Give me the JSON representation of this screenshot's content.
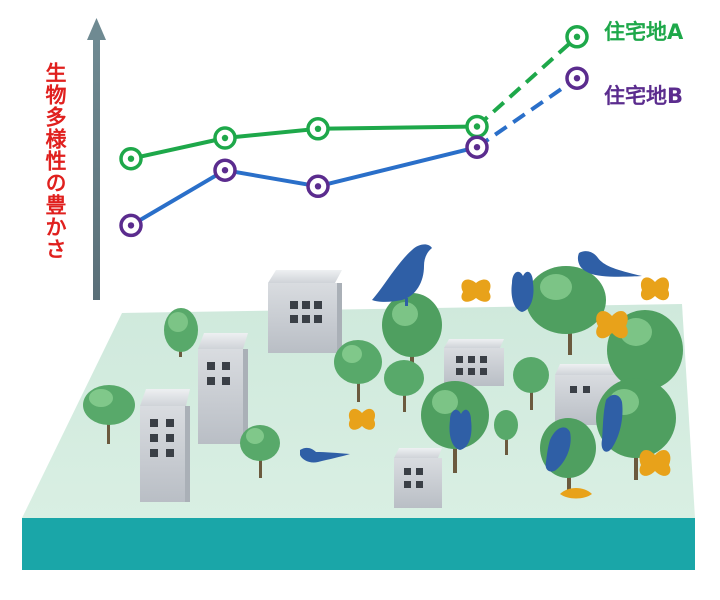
{
  "chart_data": {
    "type": "line",
    "xlabel": "",
    "ylabel": "生物多様性の豊かさ",
    "x": [
      1,
      2,
      3,
      4,
      5
    ],
    "series": [
      {
        "name": "住宅地A",
        "color": "#1ea84a",
        "values": [
          6.1,
          7.0,
          7.4,
          7.5,
          11.4
        ],
        "dashed_from_index": 3
      },
      {
        "name": "住宅地B",
        "color": "#2a6fc9",
        "marker_color": "#5b2c8e",
        "values": [
          3.2,
          5.6,
          4.9,
          6.6,
          9.6
        ],
        "dashed_from_index": 3
      }
    ],
    "ylim": [
      0,
      12
    ],
    "grid": false,
    "legend": "top-right, at line ends"
  }
}
